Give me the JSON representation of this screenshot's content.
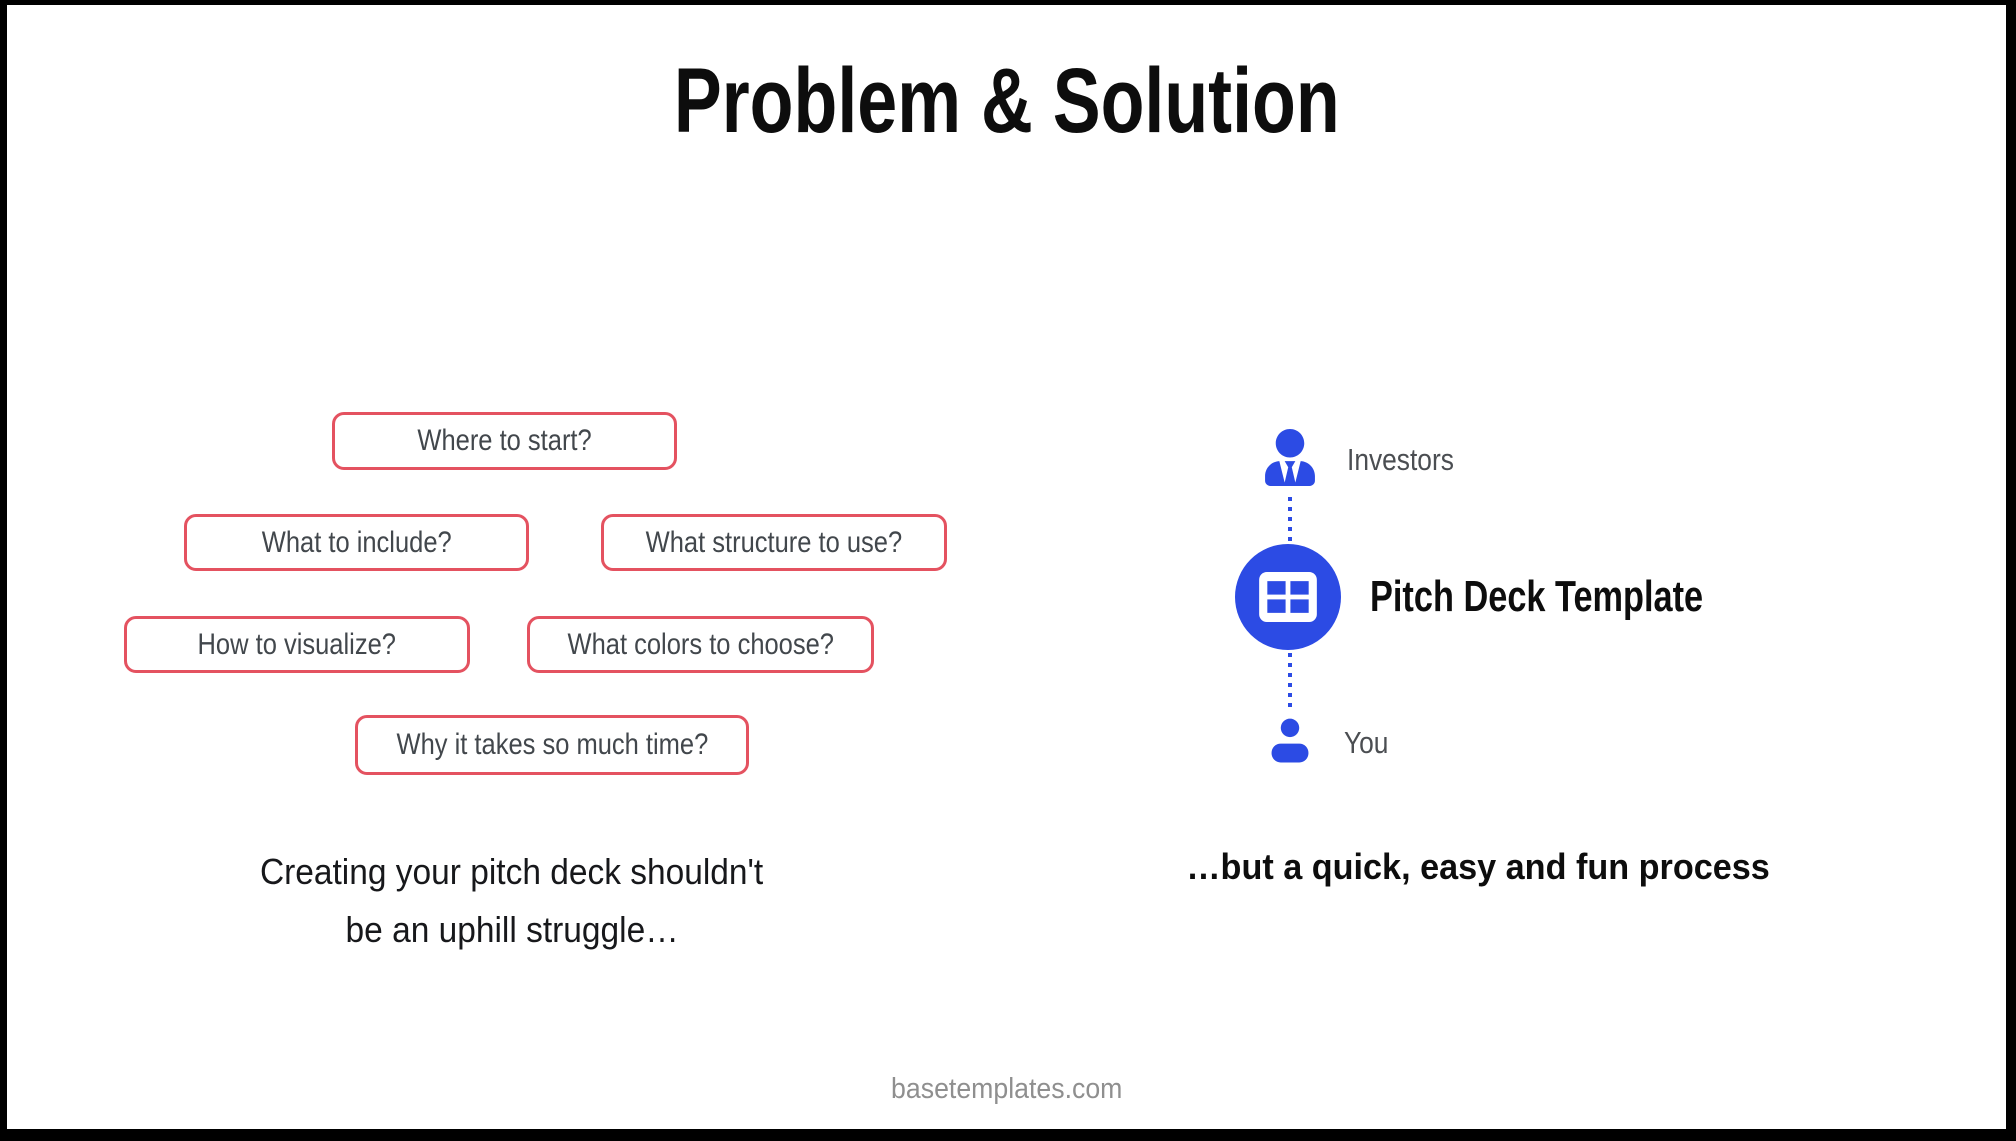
{
  "slide": {
    "title": "Problem & Solution",
    "footer": "basetemplates.com"
  },
  "problem": {
    "questions": [
      "Where to start?",
      "What to include?",
      "What structure to use?",
      "How to visualize?",
      "What colors to choose?",
      "Why it takes so much time?"
    ],
    "caption_line1": "Creating your pitch deck shouldn't",
    "caption_line2": "be an uphill struggle…"
  },
  "solution": {
    "top_label": "Investors",
    "center_label": "Pitch Deck Template",
    "bottom_label": "You",
    "caption": "…but a quick, easy and fun process",
    "icons": {
      "top": "investor-user-tie-icon",
      "center": "pitch-deck-template-grid-icon",
      "bottom": "you-user-icon"
    }
  },
  "colors": {
    "accent_blue": "#2c4be4",
    "accent_red": "#e45260",
    "question_text": "#42474c",
    "label_text": "#4b4e52",
    "heading_text": "#0d0d0d",
    "footer_text": "#8f8f8f",
    "background": "#ffffff",
    "frame": "#000000"
  }
}
